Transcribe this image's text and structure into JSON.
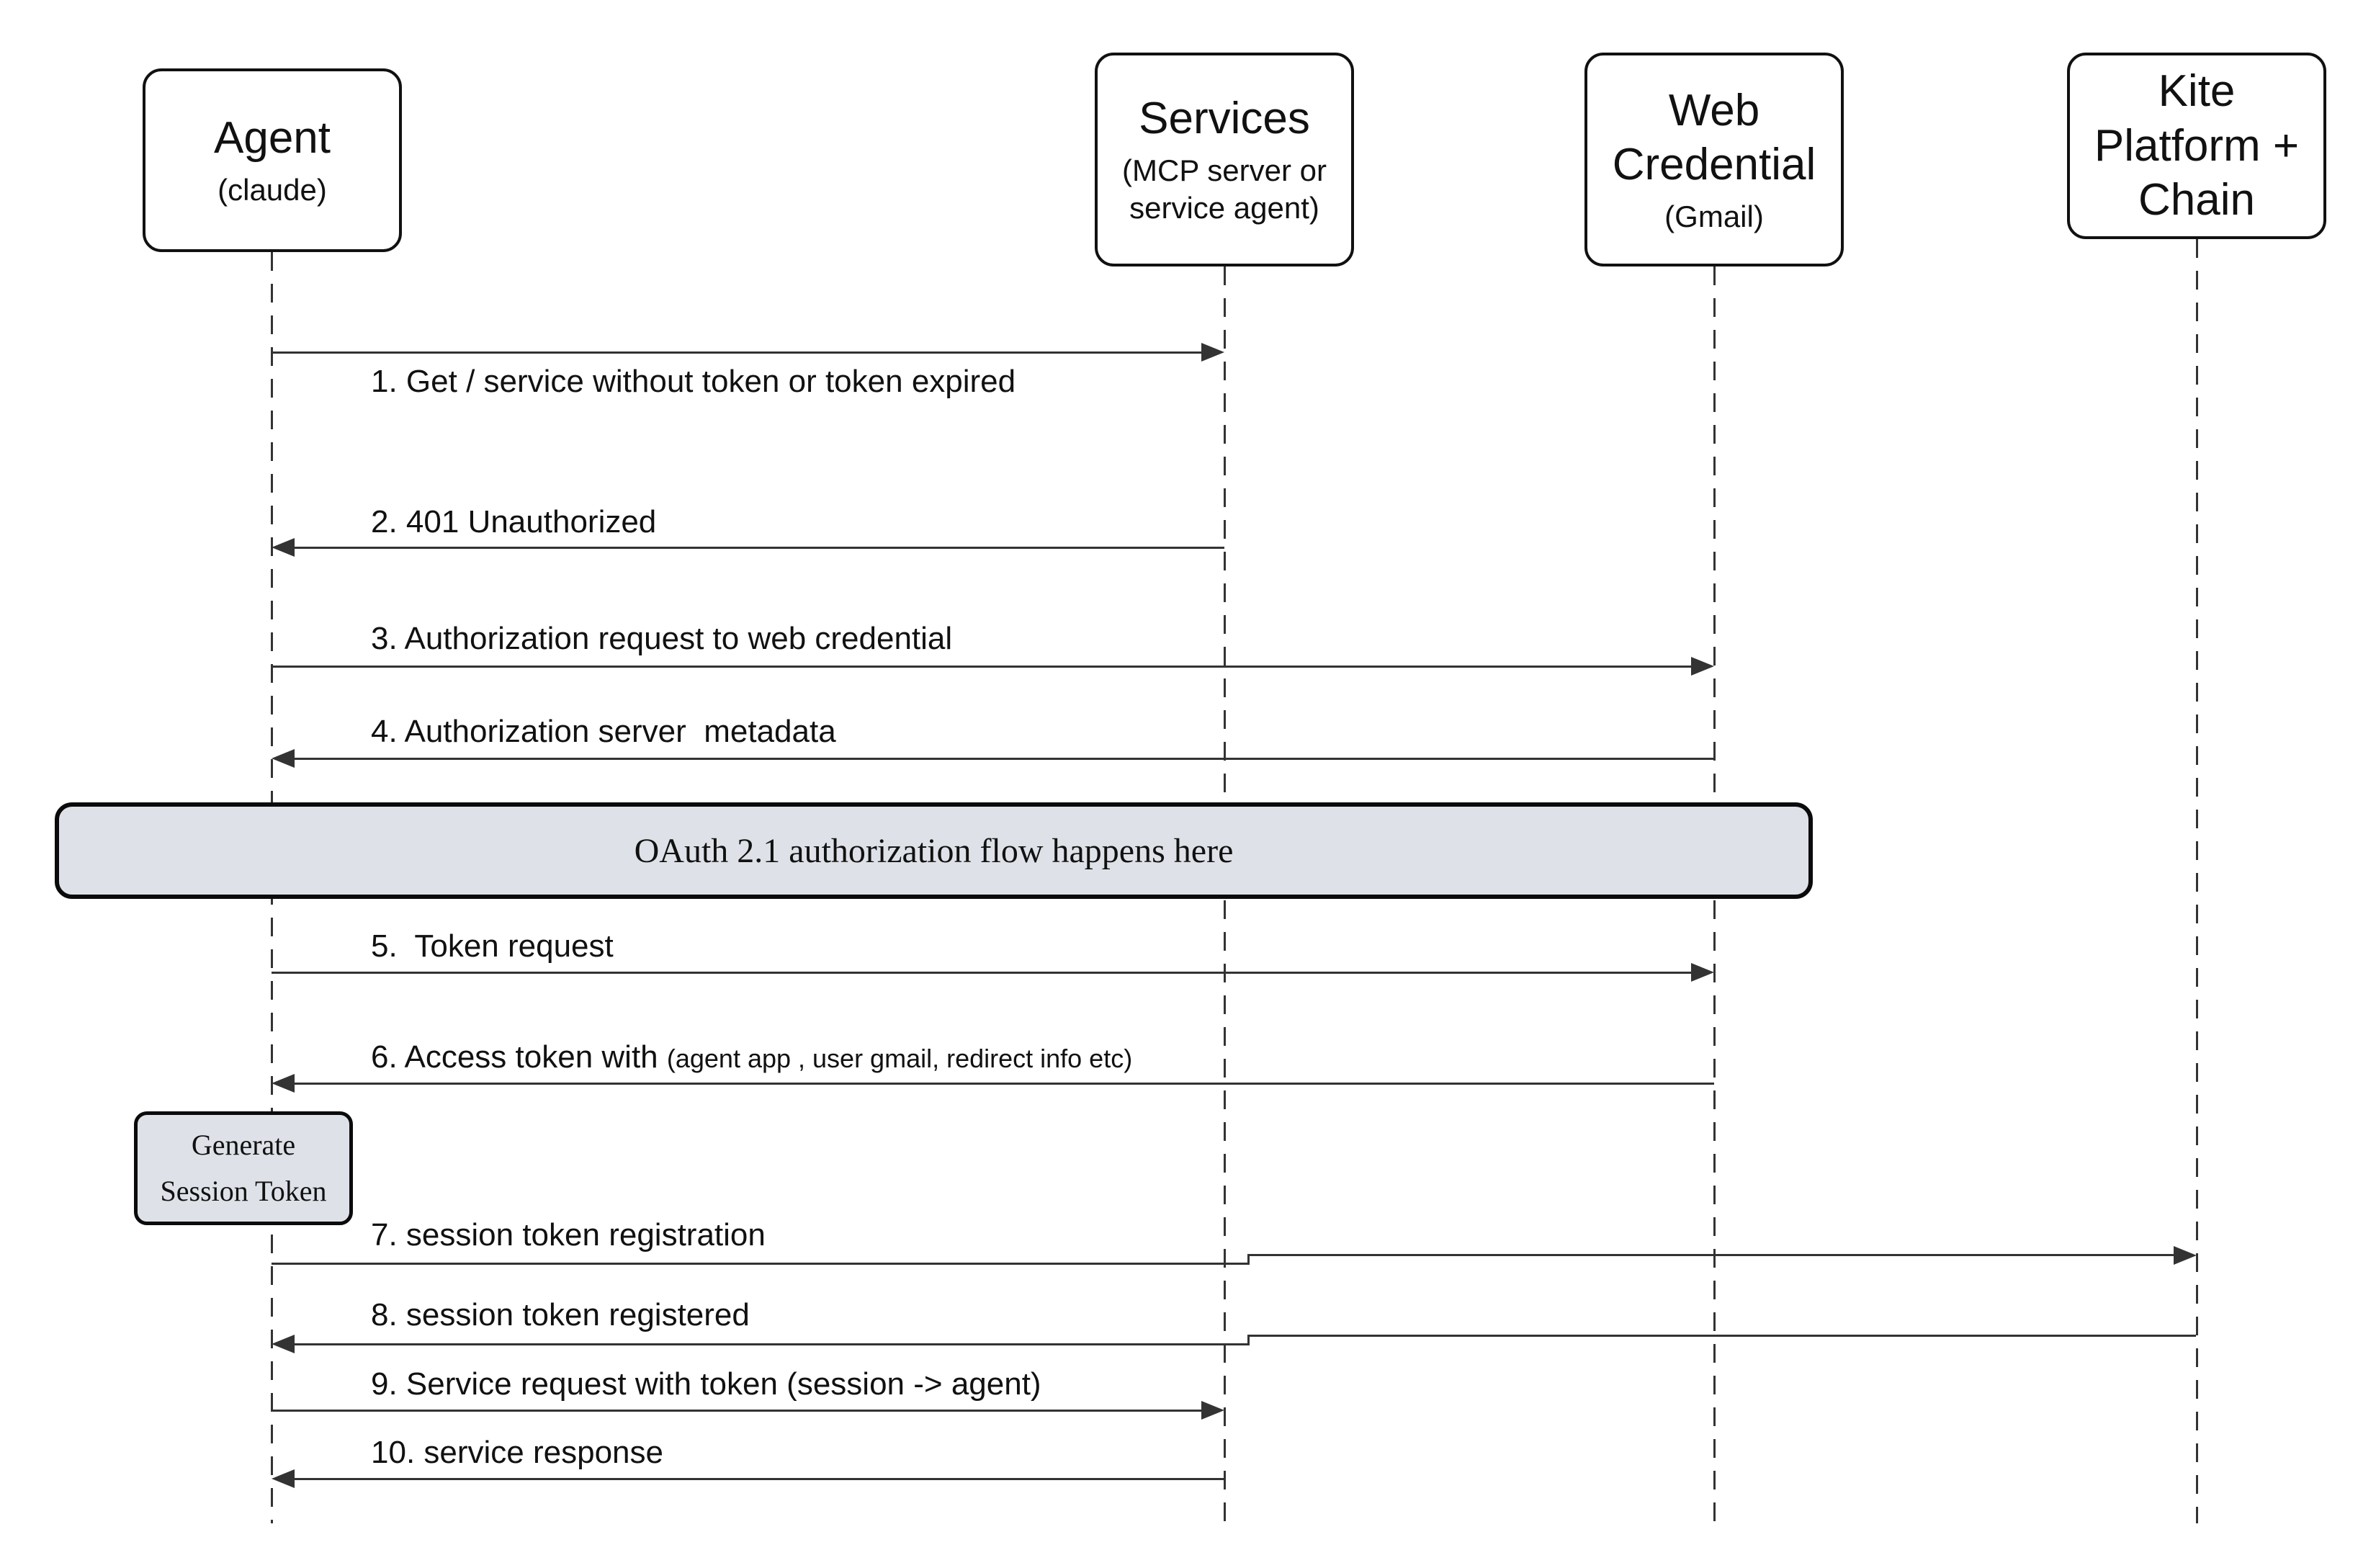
{
  "diagram": {
    "type": "sequence",
    "actors": [
      {
        "title": "Agent",
        "subtitle": "(claude)"
      },
      {
        "title": "Services",
        "subtitle": "(MCP server or service agent)"
      },
      {
        "title": "Web Credential",
        "subtitle": "(Gmail)"
      },
      {
        "title": "Kite Platform + Chain",
        "subtitle": ""
      }
    ],
    "messages": [
      {
        "label": "1. Get / service without token or token expired",
        "from": "Agent",
        "to": "Services",
        "direction": "right"
      },
      {
        "label": "2. 401 Unauthorized",
        "from": "Services",
        "to": "Agent",
        "direction": "left"
      },
      {
        "label": "3. Authorization request to web credential",
        "from": "Agent",
        "to": "Web Credential",
        "direction": "right"
      },
      {
        "label": "4. Authorization server  metadata",
        "from": "Web Credential",
        "to": "Agent",
        "direction": "left"
      },
      {
        "label": "5.  Token request",
        "from": "Agent",
        "to": "Web Credential",
        "direction": "right"
      },
      {
        "label": "6. Access token with ",
        "label_detail": "(agent app , user gmail, redirect info etc)",
        "from": "Web Credential",
        "to": "Agent",
        "direction": "left"
      },
      {
        "label": "7. session token registration",
        "from": "Agent",
        "to": "Kite Platform + Chain",
        "direction": "right"
      },
      {
        "label": "8. session token registered",
        "from": "Kite Platform + Chain",
        "to": "Agent",
        "direction": "left"
      },
      {
        "label": "9. Service request with token (session -> agent)",
        "from": "Agent",
        "to": "Services",
        "direction": "right"
      },
      {
        "label": "10. service response",
        "from": "Services",
        "to": "Agent",
        "direction": "left"
      }
    ],
    "notes": [
      {
        "kind": "band",
        "label": "OAuth 2.1 authorization flow happens here"
      },
      {
        "kind": "note",
        "line1": "Generate",
        "line2": "Session Token"
      }
    ],
    "colors": {
      "line": "#333333",
      "text": "#111111",
      "note_fill": "#dee2e8",
      "border": "#0b0b0b",
      "background": "#ffffff"
    }
  }
}
